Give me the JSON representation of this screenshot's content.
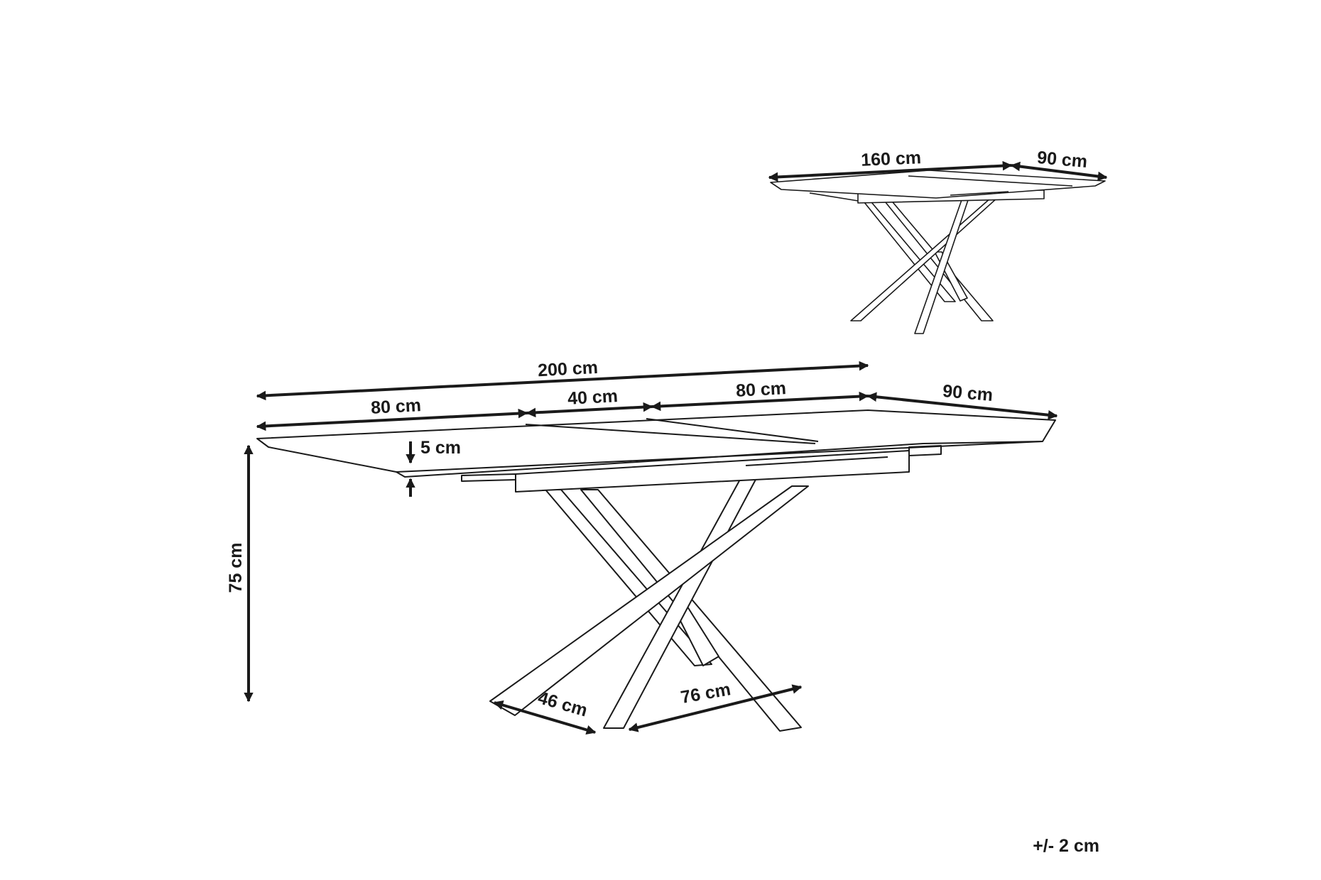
{
  "small_table": {
    "length_label": "160 cm",
    "depth_label": "90 cm"
  },
  "large_table": {
    "total_length_label": "200 cm",
    "left_section_label": "80 cm",
    "middle_section_label": "40 cm",
    "right_section_label": "80 cm",
    "depth_label": "90 cm",
    "top_thickness_label": "5 cm",
    "height_label": "75 cm",
    "base_depth_label": "46 cm",
    "base_width_label": "76 cm"
  },
  "tolerance_label": "+/- 2 cm"
}
